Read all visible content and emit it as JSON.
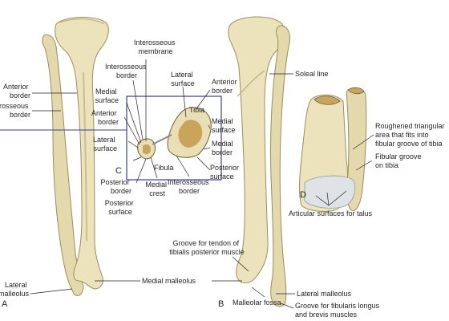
{
  "panels": {
    "a": "A",
    "b": "B",
    "c": "C",
    "d": "D"
  },
  "labels": {
    "anterior_border": [
      "Anterior",
      "border"
    ],
    "interosseous_border": [
      "Interosseous",
      "border"
    ],
    "lateral_malleolus_a": [
      "Lateral",
      "malleolus"
    ],
    "medial_malleolus": "Medial malleolus",
    "soleal_line": "Soleal line",
    "groove_tibialis": [
      "Groove for tendon of",
      "tibialis posterior muscle"
    ],
    "lateral_malleolus_b": "Lateral malleolus",
    "malleolar_fossa": "Malleolar fossa",
    "groove_fibularis": [
      "Groove for fibularis longus",
      "and brevis muscles"
    ],
    "c_interosseous_membrane": [
      "Interosseous",
      "membrane"
    ],
    "c_interosseous_border_fib": [
      "Interosseous",
      "border"
    ],
    "c_medial_surface": [
      "Medial",
      "surface"
    ],
    "c_anterior_border_fib": [
      "Anterior",
      "border"
    ],
    "c_lateral_surface_fib": [
      "Lateral",
      "surface"
    ],
    "c_posterior_border": [
      "Posterior",
      "border"
    ],
    "c_posterior_surface_fib": [
      "Posterior",
      "surface"
    ],
    "c_medial_crest": [
      "Medial",
      "crest"
    ],
    "c_fibula": "Fibula",
    "c_tibia": "Tibia",
    "c_lateral_surface_tib": [
      "Lateral",
      "surface"
    ],
    "c_anterior_border_tib": [
      "Anterior",
      "border"
    ],
    "c_medial_surface_tib": [
      "Medial",
      "surface"
    ],
    "c_medial_border": [
      "Medial",
      "border"
    ],
    "c_posterior_surface_tib": [
      "Posterior",
      "surface"
    ],
    "c_interosseous_border_tib": [
      "Interosseous",
      "border"
    ],
    "d_roughened_area": [
      "Roughened triangular",
      "area that fits into",
      "fibular groove of tibia"
    ],
    "d_fibular_groove": [
      "Fibular groove",
      "on tibia"
    ],
    "d_articular_surfaces": "Articular surfaces for talus"
  },
  "colors": {
    "bone": "#e8dfb6",
    "bone_shadow": "#c9bd8c",
    "marrow": "#c8a55a",
    "line": "#231f20",
    "box": "#3a3f8f",
    "cartilage": "#dfe3e6"
  }
}
